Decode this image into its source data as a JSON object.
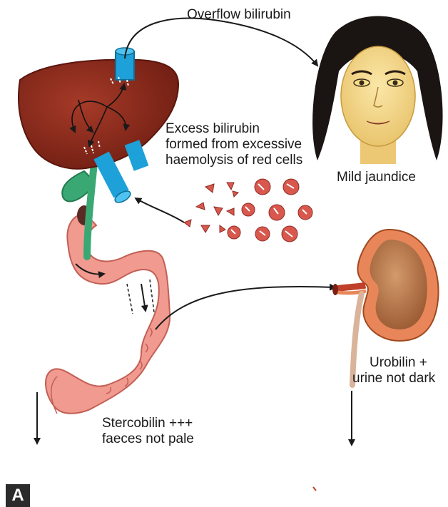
{
  "labels": {
    "overflow": "Overflow bilirubin",
    "excess_line1": "Excess bilirubin",
    "excess_line2": "formed from excessive",
    "excess_line3": "haemolysis of red cells",
    "jaundice": "Mild jaundice",
    "urobilin_line1": "Urobilin +",
    "urobilin_line2": "urine not dark",
    "stercobilin_line1": "Stercobilin +++",
    "stercobilin_line2": "faeces not pale"
  },
  "panel_letter": "A",
  "colors": {
    "liver": "#8e2a1c",
    "vein": "#1ea0d8",
    "gallbladder": "#3aa873",
    "intestine": "#f19a8f",
    "kidney": "#b8703f",
    "red_cells": "#d8584e",
    "arrow": "#1a1a1a"
  }
}
